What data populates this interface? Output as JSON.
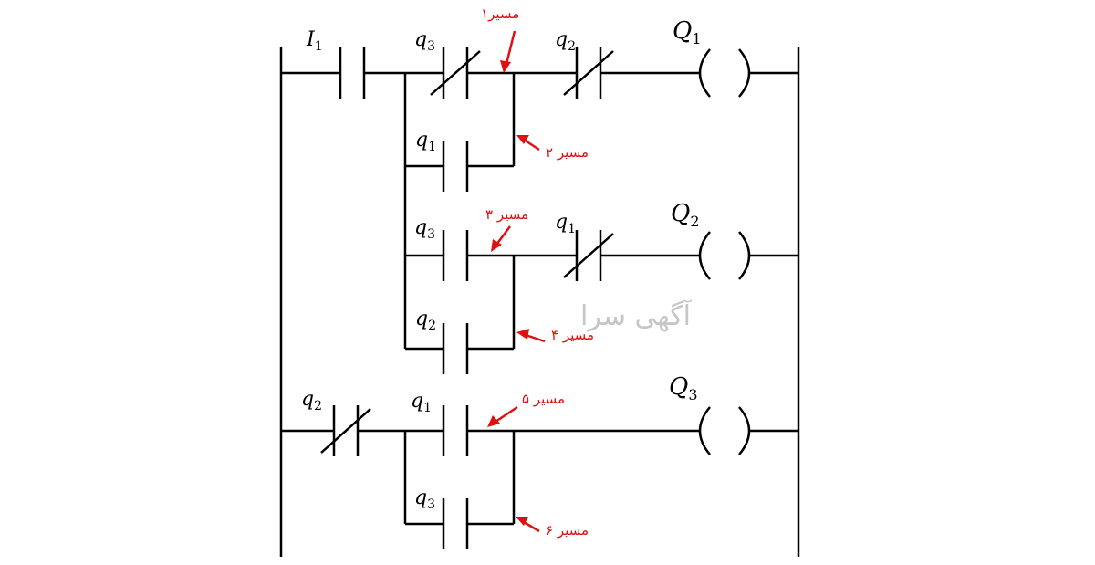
{
  "diagram": {
    "input": {
      "letter": "I",
      "sub": "1"
    },
    "rung1": {
      "contact_a": {
        "letter": "q",
        "sub": "3"
      },
      "contact_b": {
        "letter": "q",
        "sub": "1"
      },
      "contact_c": {
        "letter": "q",
        "sub": "2"
      },
      "coil": {
        "letter": "Q",
        "sub": "1"
      }
    },
    "rung2": {
      "contact_a": {
        "letter": "q",
        "sub": "3"
      },
      "contact_b": {
        "letter": "q",
        "sub": "2"
      },
      "contact_c": {
        "letter": "q",
        "sub": "1"
      },
      "coil": {
        "letter": "Q",
        "sub": "2"
      }
    },
    "rung3": {
      "contact_nc": {
        "letter": "q",
        "sub": "2"
      },
      "contact_a": {
        "letter": "q",
        "sub": "1"
      },
      "contact_b": {
        "letter": "q",
        "sub": "3"
      },
      "coil": {
        "letter": "Q",
        "sub": "3"
      }
    },
    "path_labels": [
      "مسیر۱",
      "مسیر ۲",
      "مسیر ۳",
      "مسیر ۴",
      "مسیر ۵",
      "مسیر ۶"
    ],
    "watermark": "آگهی سرا",
    "colors": {
      "line": "#000000",
      "annotation": "#e01010",
      "watermark": "#c6c6c6"
    }
  }
}
